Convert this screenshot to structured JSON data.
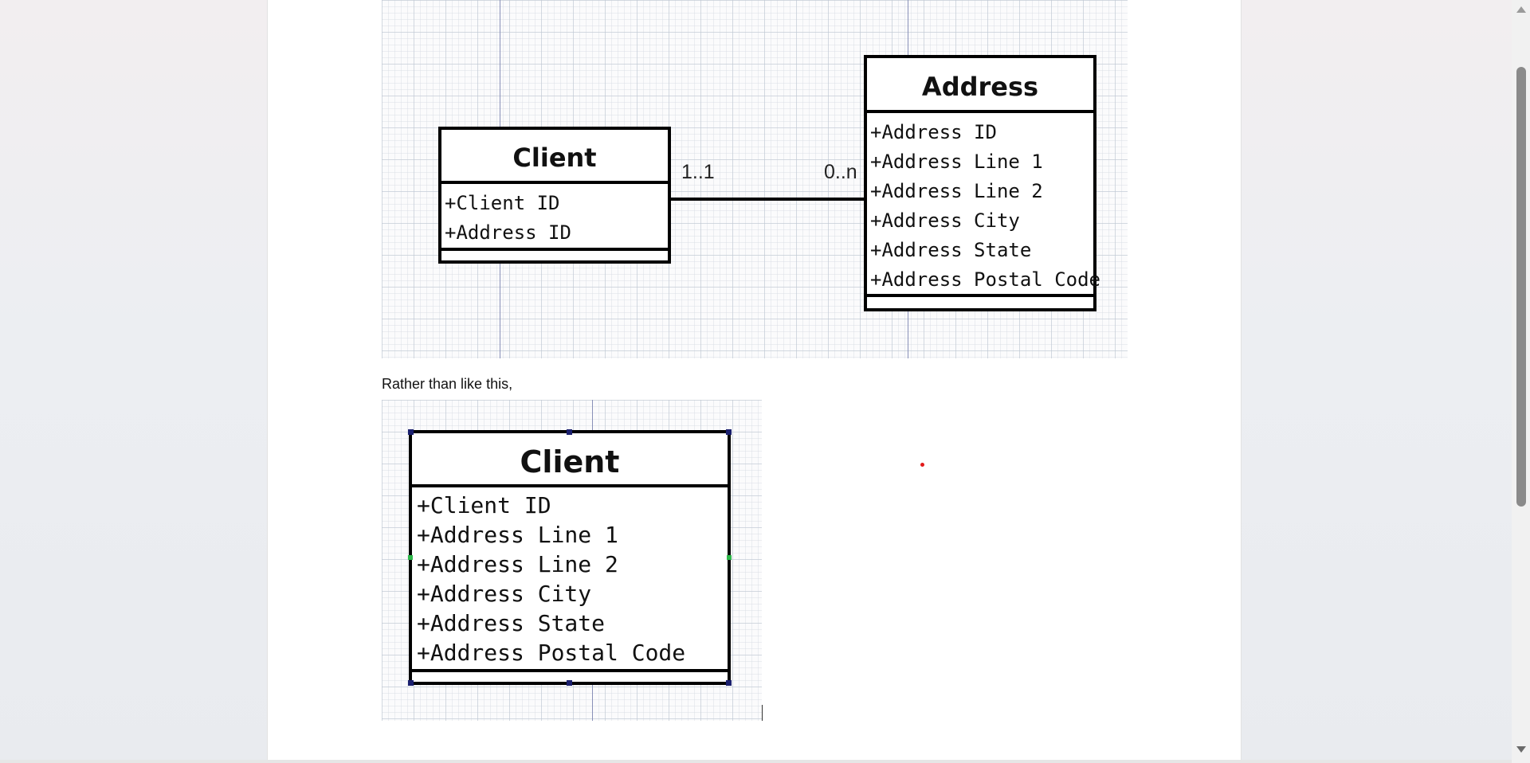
{
  "diagram1": {
    "client": {
      "title": "Client",
      "attributes": [
        "+Client ID",
        "+Address ID"
      ]
    },
    "address": {
      "title": "Address",
      "attributes": [
        "+Address ID",
        "+Address Line 1",
        "+Address Line 2",
        "+Address City",
        "+Address State",
        "+Address Postal Code"
      ]
    },
    "association": {
      "left_multiplicity": "1..1",
      "right_multiplicity": "0..n"
    }
  },
  "caption": "Rather than like this,",
  "diagram2": {
    "client": {
      "title": "Client",
      "attributes": [
        "+Client ID",
        "+Address Line 1",
        "+Address Line 2",
        "+Address City",
        "+Address State",
        "+Address Postal Code"
      ]
    }
  },
  "colors": {
    "guide_line": "#8890b8",
    "selection_handle": "#1a1f6e",
    "connection_handle": "#2db84a",
    "marker_dot": "#e21b1b"
  },
  "icons": [
    "mouse-pointer-icon",
    "scroll-up-arrow-icon",
    "scroll-down-arrow-icon"
  ]
}
